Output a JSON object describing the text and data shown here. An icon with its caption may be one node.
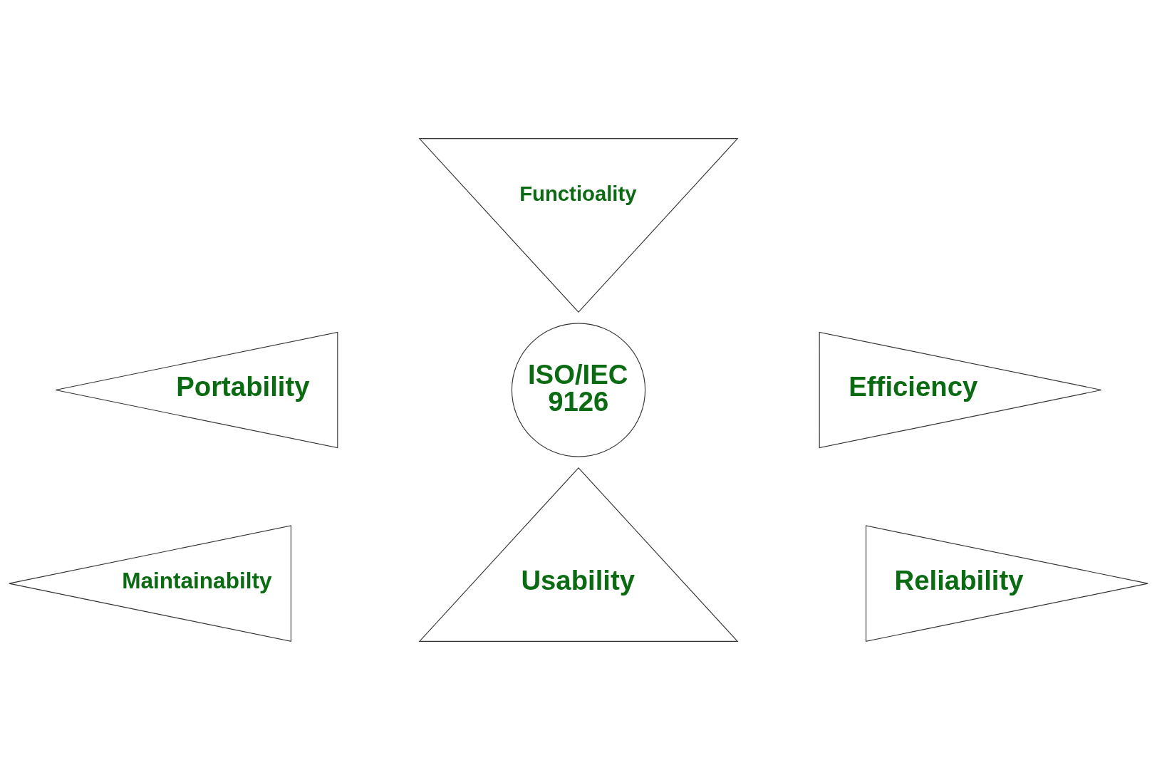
{
  "diagram": {
    "nodes": [
      {
        "text": [
          "Functioality"
        ]
      },
      {
        "text": [
          "Portability"
        ]
      },
      {
        "text": [
          "Efficiency"
        ]
      },
      {
        "text": [
          "ISO/IEC 9126"
        ]
      },
      {
        "text": [
          "Maintainabilty"
        ]
      },
      {
        "text": [
          "Reliability"
        ]
      },
      {
        "text": [
          "Usability"
        ]
      }
    ]
  }
}
